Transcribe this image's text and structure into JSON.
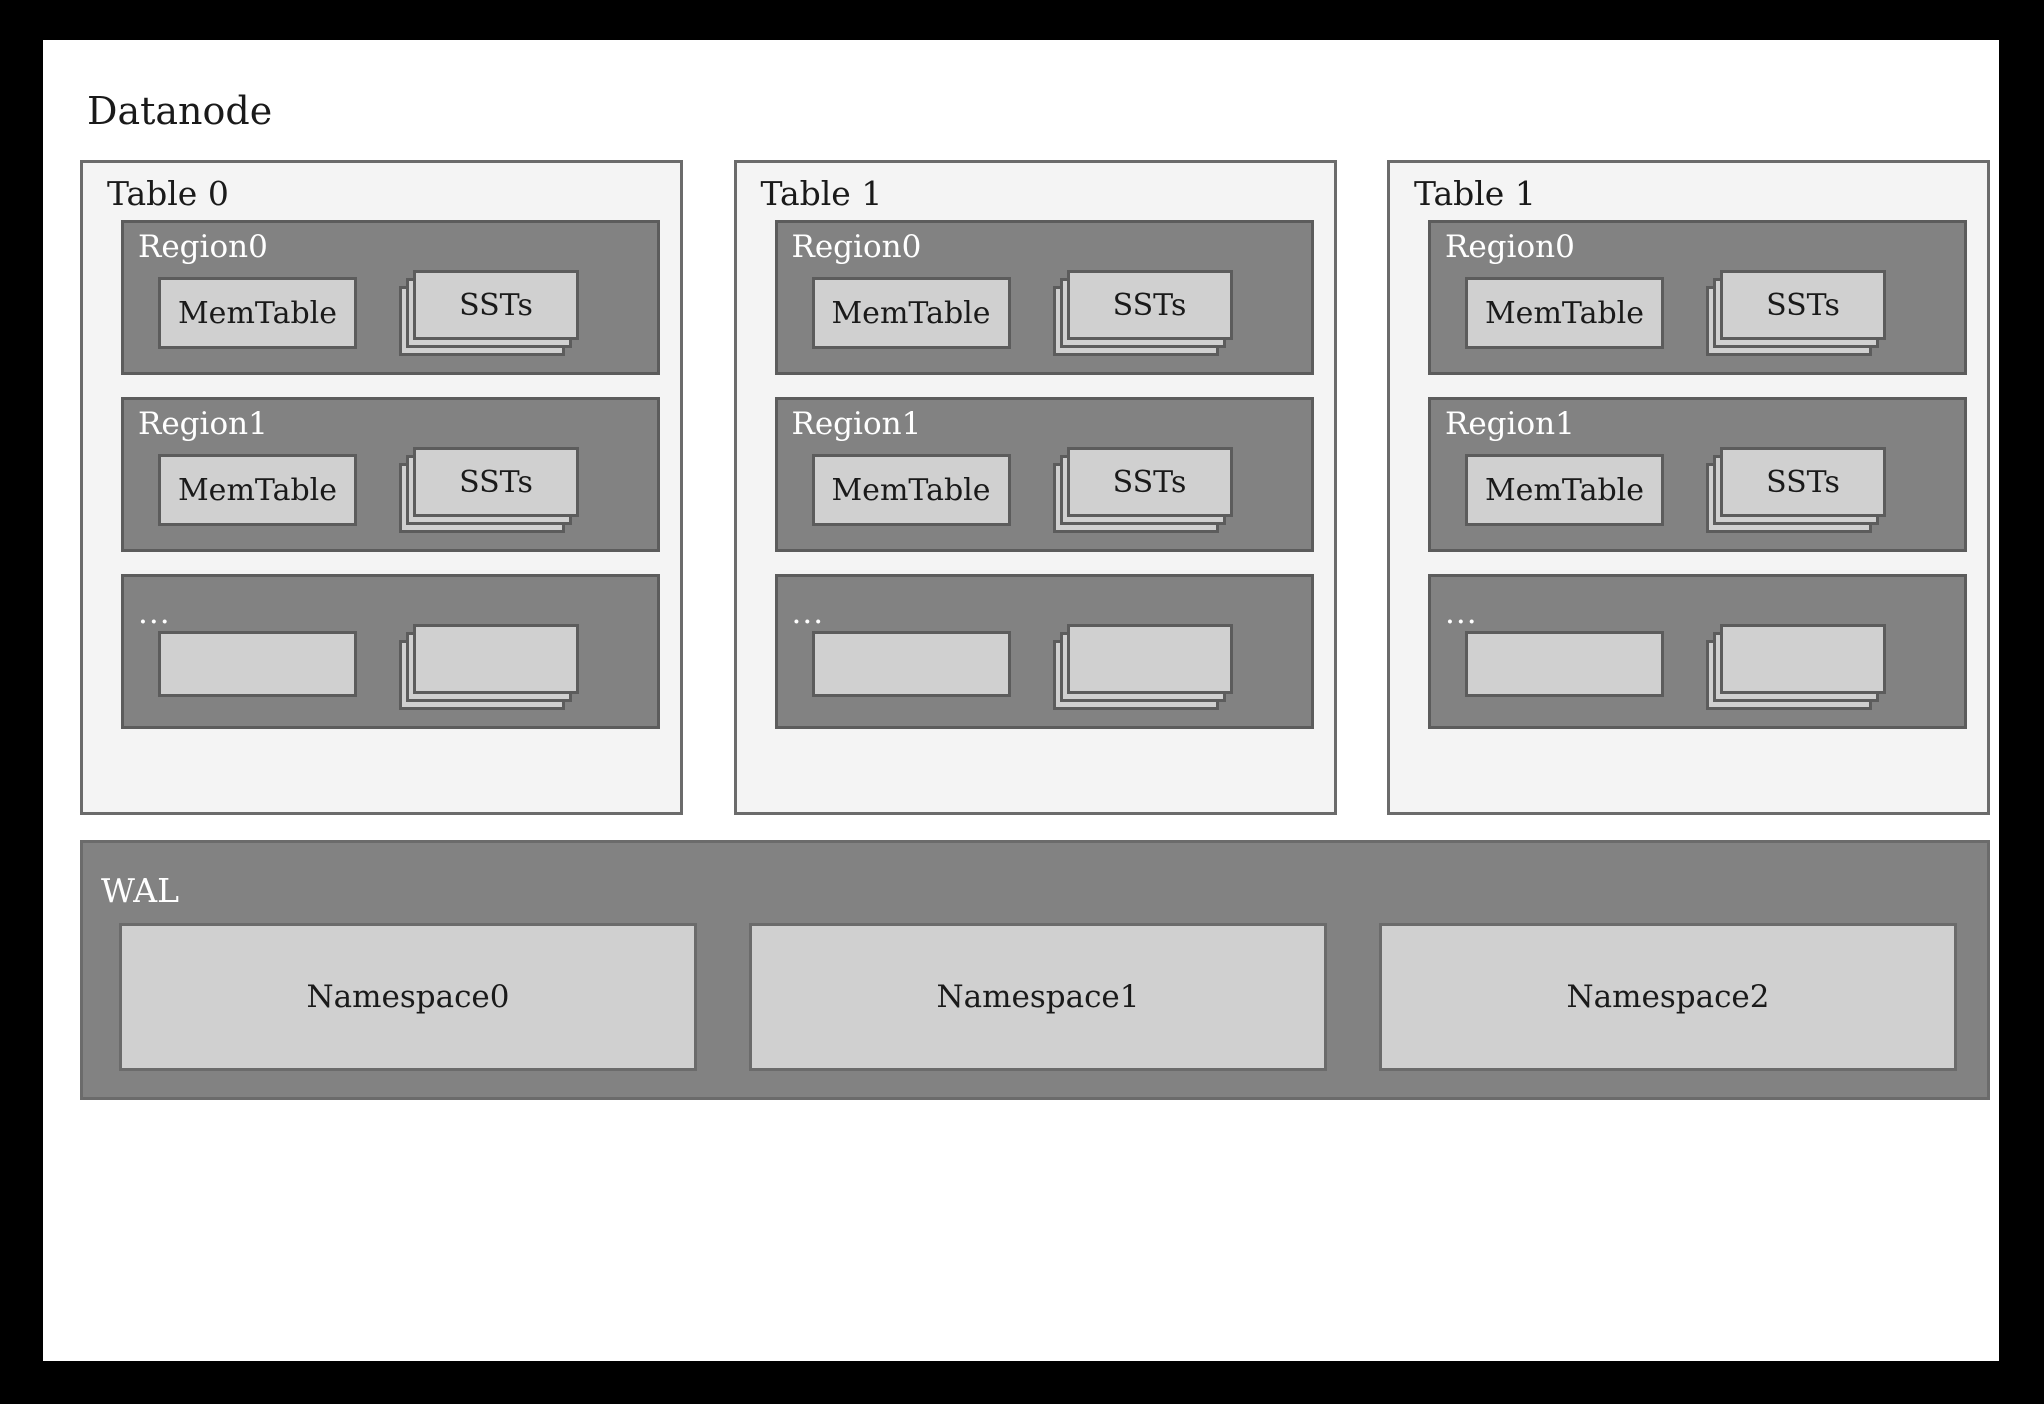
{
  "diagram": {
    "title": "Datanode",
    "colors": {
      "page_border": "#000000",
      "canvas": "#ffffff",
      "table_fill": "#f4f4f4",
      "table_border": "#6b6b6b",
      "region_fill": "#828282",
      "region_border": "#5c5c5c",
      "box_fill": "#d0d0d0",
      "box_border": "#5c5c5c",
      "wal_fill": "#828282",
      "dark_text": "#1a1a1a",
      "light_text": "#ffffff"
    },
    "tables": [
      {
        "label": "Table 0",
        "regions": [
          {
            "label": "Region0",
            "memtable": "MemTable",
            "sst": "SSTs",
            "blank": false
          },
          {
            "label": "Region1",
            "memtable": "MemTable",
            "sst": "SSTs",
            "blank": false
          },
          {
            "label": "...",
            "memtable": "",
            "sst": "",
            "blank": true
          }
        ]
      },
      {
        "label": "Table 1",
        "regions": [
          {
            "label": "Region0",
            "memtable": "MemTable",
            "sst": "SSTs",
            "blank": false
          },
          {
            "label": "Region1",
            "memtable": "MemTable",
            "sst": "SSTs",
            "blank": false
          },
          {
            "label": "...",
            "memtable": "",
            "sst": "",
            "blank": true
          }
        ]
      },
      {
        "label": "Table 1",
        "regions": [
          {
            "label": "Region0",
            "memtable": "MemTable",
            "sst": "SSTs",
            "blank": false
          },
          {
            "label": "Region1",
            "memtable": "MemTable",
            "sst": "SSTs",
            "blank": false
          },
          {
            "label": "...",
            "memtable": "",
            "sst": "",
            "blank": true
          }
        ]
      }
    ],
    "wal": {
      "label": "WAL",
      "namespaces": [
        {
          "label": "Namespace0"
        },
        {
          "label": "Namespace1"
        },
        {
          "label": "Namespace2"
        }
      ]
    }
  }
}
